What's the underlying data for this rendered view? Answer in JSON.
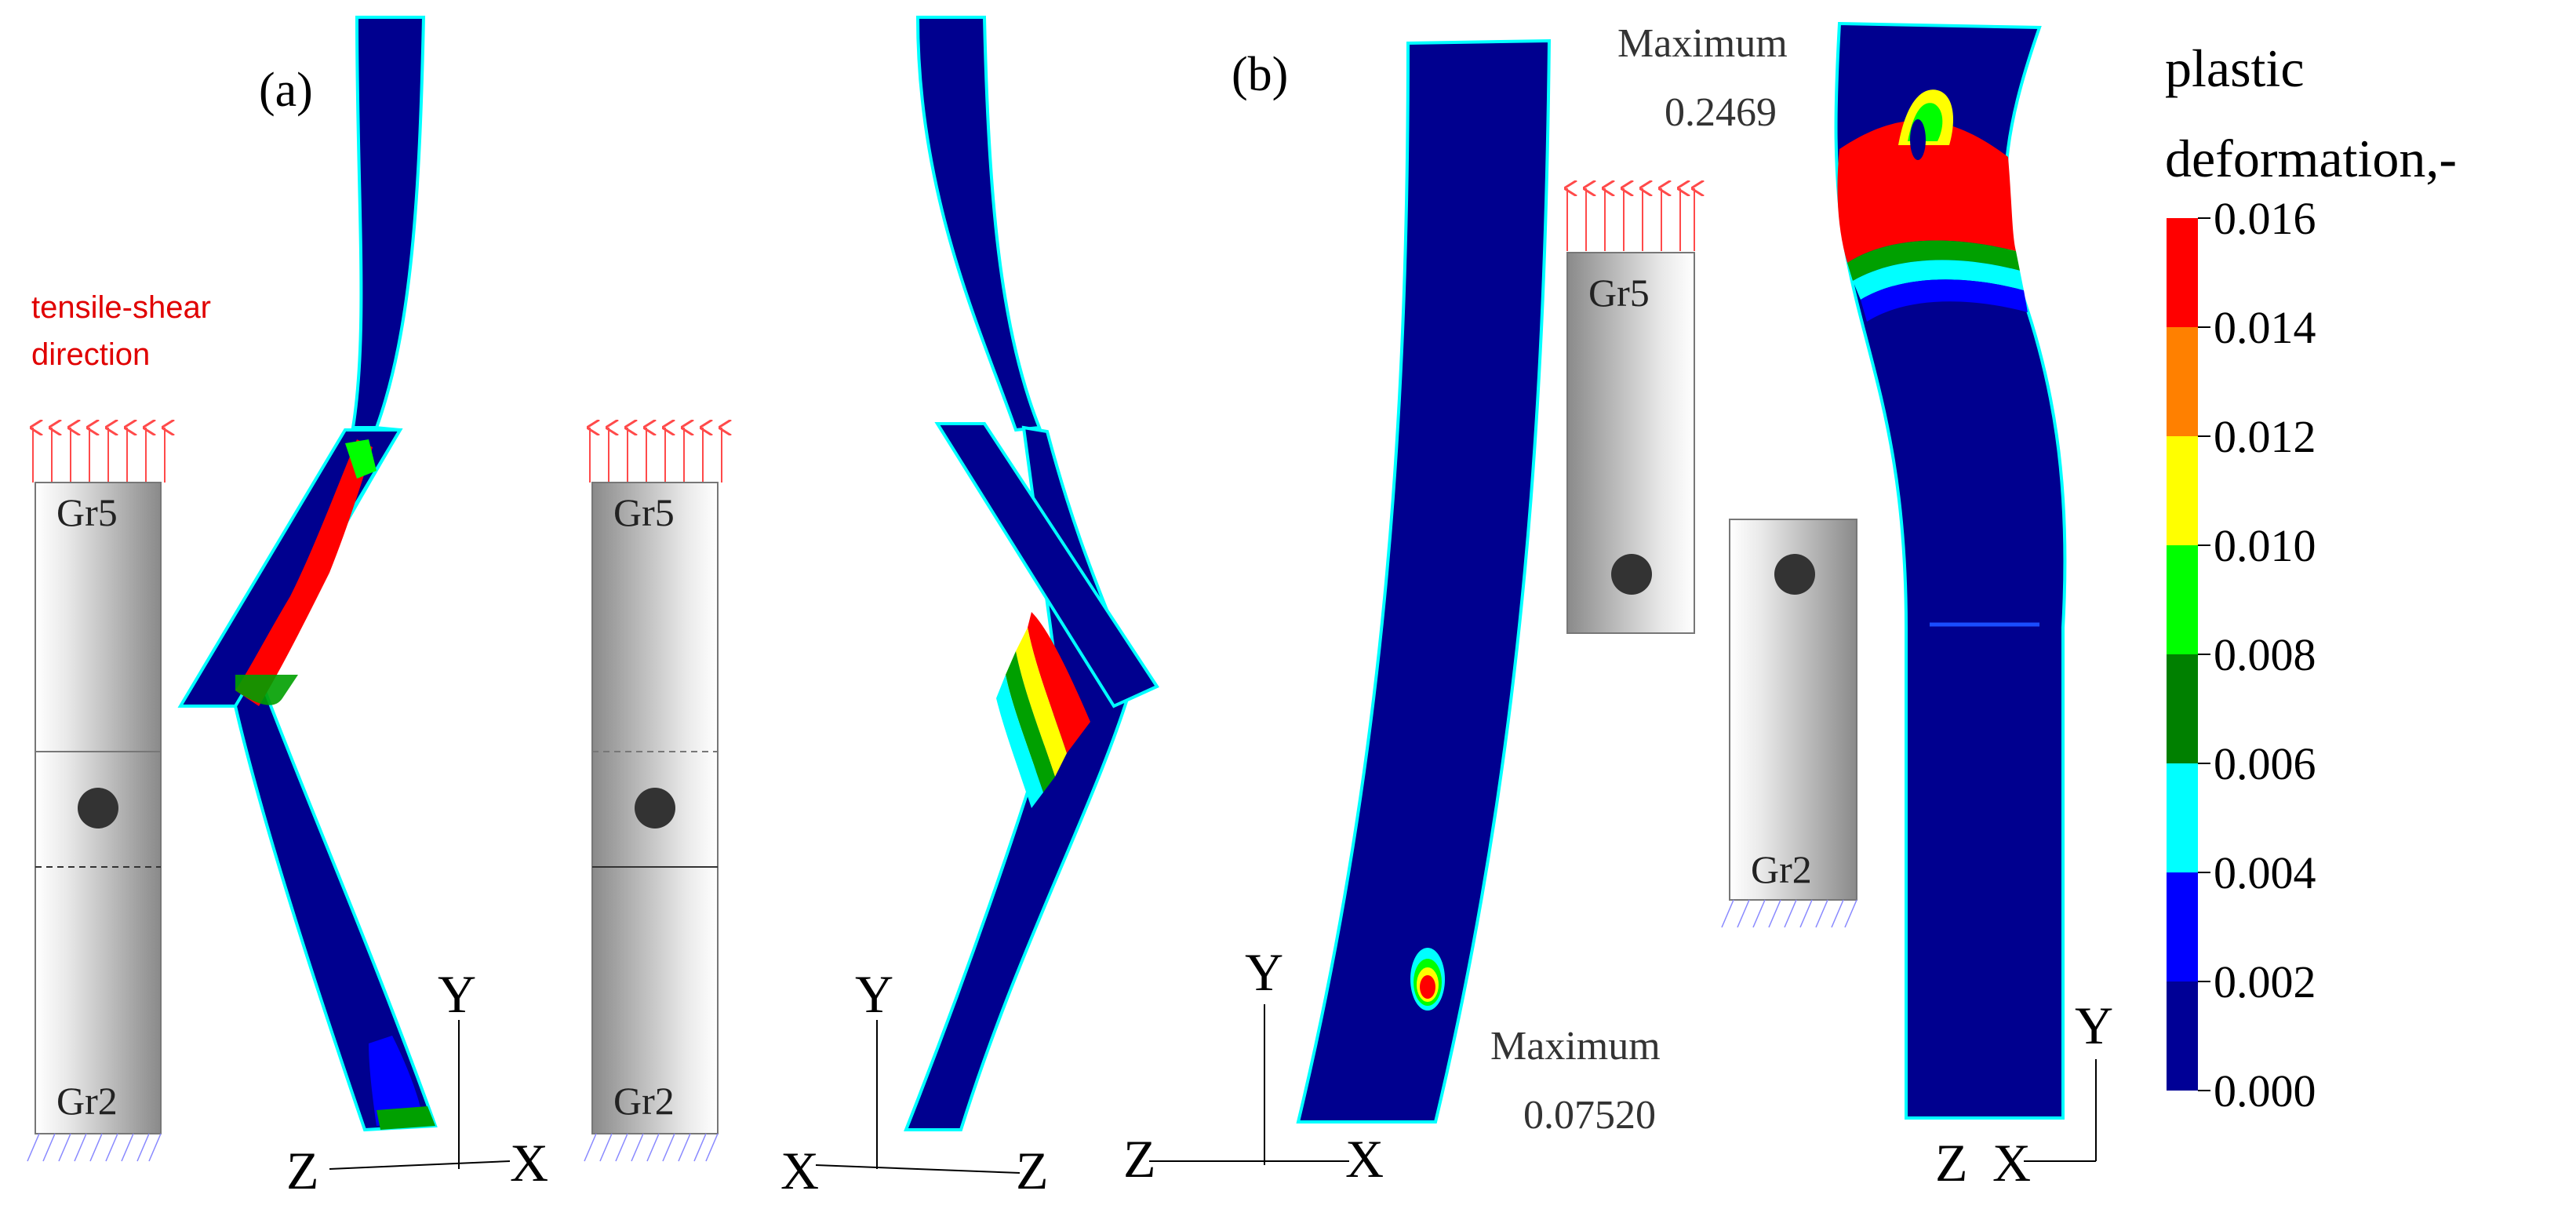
{
  "panels": {
    "a": {
      "label": "(a)"
    },
    "b": {
      "label": "(b)"
    }
  },
  "annotations": {
    "load_direction_line1": "tensile-shear",
    "load_direction_line2": "direction",
    "gr5": "Gr5",
    "gr2": "Gr2",
    "max_b_left_label": "Maximum",
    "max_b_left_value": "0.07520",
    "max_b_right_label": "Maximum",
    "max_b_right_value": "0.2469"
  },
  "axes_labels": {
    "x": "X",
    "y": "Y",
    "z": "Z"
  },
  "legend": {
    "title_line1": "plastic",
    "title_line2": "deformation,-",
    "ticks": [
      "0.016",
      "0.014",
      "0.012",
      "0.010",
      "0.008",
      "0.006",
      "0.004",
      "0.002",
      "0.000"
    ],
    "colors": [
      "#ff0000",
      "#ff8000",
      "#ffff00",
      "#00ff00",
      "#008000",
      "#00ffff",
      "#0000ff",
      "#000096"
    ]
  },
  "colors": {
    "deep_blue": "#00008f",
    "cyan_edge": "#00ffff",
    "red": "#ff0000",
    "green": "#00a000",
    "load_arrow": "#ff4a4a",
    "label_red": "#e00000",
    "specimen_light": "#f4f4f4",
    "specimen_dark": "#8a8a8a"
  }
}
